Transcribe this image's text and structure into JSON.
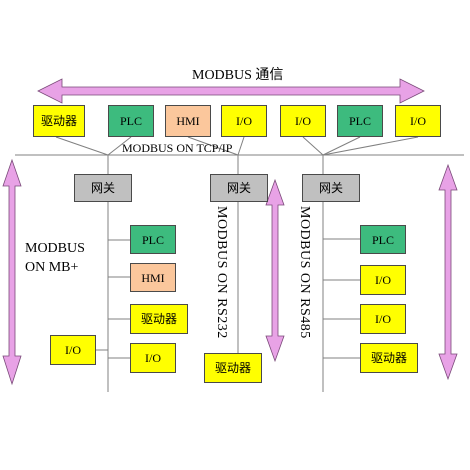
{
  "labels": {
    "modbus_comm": "MODBUS 通信",
    "modbus_tcpip": "MODBUS ON TCP/IP",
    "modbus_mb_line1": "MODBUS",
    "modbus_mb_line2": "ON MB+",
    "modbus_rs232": "MODBUS ON RS232",
    "modbus_rs485": "MODBUS ON RS485"
  },
  "top_row": [
    {
      "label": "驱动器",
      "kind": "drive"
    },
    {
      "label": "PLC",
      "kind": "plc"
    },
    {
      "label": "HMI",
      "kind": "hmi"
    },
    {
      "label": "I/O",
      "kind": "io"
    },
    {
      "label": "I/O",
      "kind": "io"
    },
    {
      "label": "PLC",
      "kind": "plc"
    },
    {
      "label": "I/O",
      "kind": "io"
    }
  ],
  "gateways": [
    {
      "label": "网关"
    },
    {
      "label": "网关"
    },
    {
      "label": "网关"
    }
  ],
  "mb_plus_devices": [
    {
      "label": "PLC",
      "kind": "plc"
    },
    {
      "label": "HMI",
      "kind": "hmi"
    },
    {
      "label": "驱动器",
      "kind": "drive"
    },
    {
      "label": "I/O",
      "kind": "io"
    },
    {
      "label": "I/O",
      "kind": "io"
    }
  ],
  "rs232_devices": [
    {
      "label": "驱动器",
      "kind": "drive"
    }
  ],
  "rs485_devices": [
    {
      "label": "PLC",
      "kind": "plc"
    },
    {
      "label": "I/O",
      "kind": "io"
    },
    {
      "label": "I/O",
      "kind": "io"
    },
    {
      "label": "驱动器",
      "kind": "drive"
    }
  ],
  "colors": {
    "drive": "#ffff00",
    "io": "#ffff00",
    "plc": "#3dbb7e",
    "hmi": "#fbc79c",
    "gateway": "#c0c0c0",
    "arrow": "#e8a2e6",
    "arrow_stroke": "#7a4a79",
    "wire": "#808080"
  }
}
